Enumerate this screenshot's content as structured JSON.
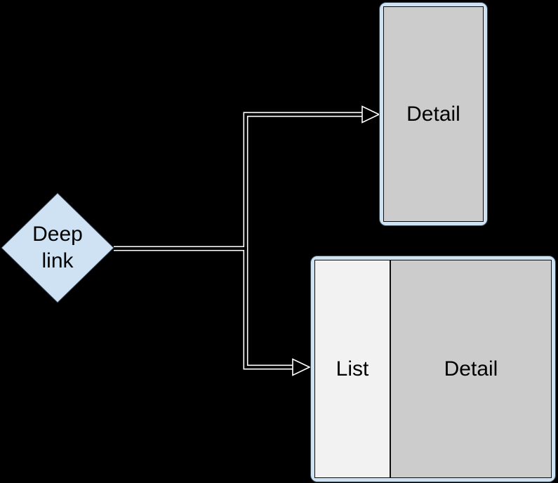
{
  "diagram": {
    "node": {
      "label": "Deep link"
    },
    "phone_screen": {
      "detail_label": "Detail"
    },
    "tablet_screen": {
      "list_label": "List",
      "detail_label": "Detail"
    },
    "connector_style": "elbow-double-cased-line-with-open-arrowhead"
  },
  "theme": {
    "bg": "#000000",
    "node-fill": "#cfe2f3",
    "node-stroke": "#2f3e4d",
    "frame-fill": "#cfe2f3",
    "frame-stroke": "#37474f",
    "screen-fill": "#cccccc",
    "screen-stroke": "#0d0d0d",
    "list-fill": "#f2f2f2",
    "label-color": "#000000",
    "connector-casing": "#ffffff",
    "connector-core": "#000000"
  }
}
